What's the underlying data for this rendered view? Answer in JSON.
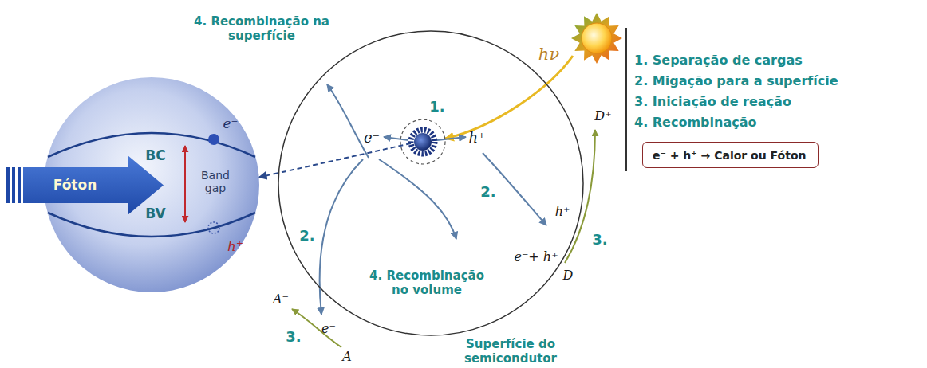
{
  "diagram": {
    "nodes": [
      {
        "text": [
          "BC",
          "BV",
          "Band gap",
          "e⁻",
          "h⁺"
        ]
      },
      {
        "text": [
          "Fóton"
        ]
      },
      {
        "text": [
          "4. Recombinação no volume"
        ]
      },
      {
        "text": [
          "e⁻ + h⁺ → Calor ou Fóton"
        ]
      }
    ],
    "edges": [
      {
        "from": 2,
        "to": 0,
        "arrow": "to"
      }
    ],
    "labels": [
      "4. Recombinação na superfície",
      "hν",
      "1. Separação de cargas",
      "2. Migação para a superfície",
      "3. Iniciação de reação",
      "4. Recombinação",
      "1.",
      "e⁻",
      "h⁺",
      "2.",
      "2.",
      "h⁺",
      "e⁻+ h⁺",
      "3.",
      "D⁺",
      "D",
      "e⁻",
      "A⁻",
      "3.",
      "A",
      "Superfície do semicondutor"
    ]
  }
}
